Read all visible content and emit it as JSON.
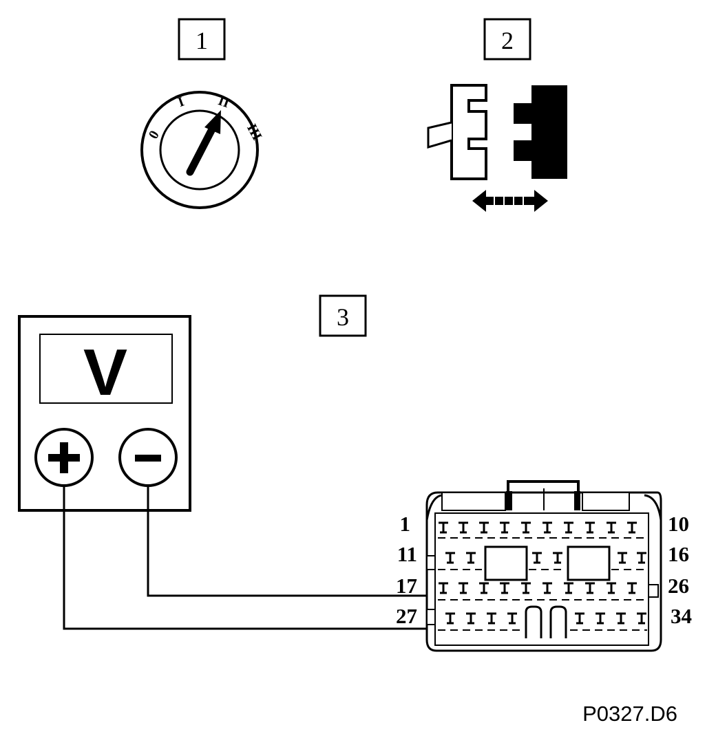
{
  "steps": {
    "step1": "1",
    "step2": "2",
    "step3": "3"
  },
  "ignition_switch": {
    "positions": [
      "0",
      "I",
      "II",
      "III"
    ],
    "selected": "II"
  },
  "voltmeter": {
    "symbol": "V",
    "positive": "+",
    "negative": "–"
  },
  "connector": {
    "row_labels_left": [
      "1",
      "11",
      "17",
      "27"
    ],
    "row_labels_right": [
      "10",
      "16",
      "26",
      "34"
    ]
  },
  "reference_code": "P0327.D6",
  "colors": {
    "ink": "#000000",
    "paper": "#ffffff"
  }
}
